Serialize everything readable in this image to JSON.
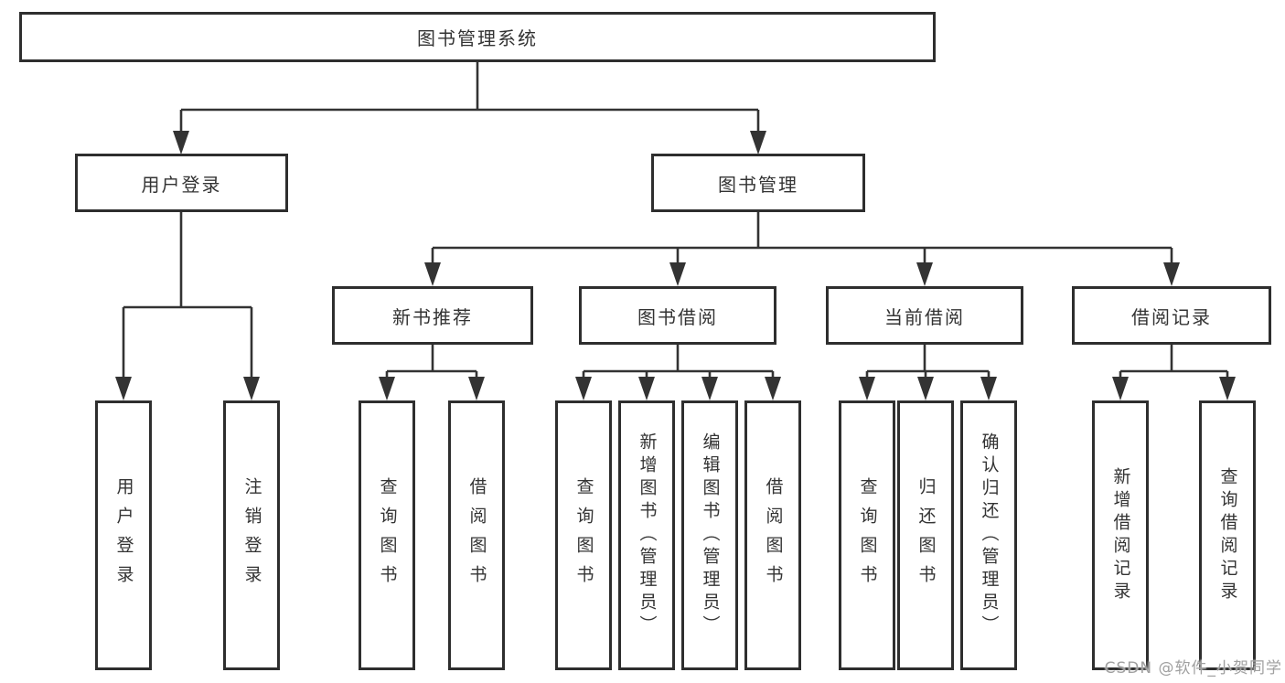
{
  "diagram": {
    "root": {
      "label": "图书管理系统"
    },
    "branches": [
      {
        "label": "用户登录",
        "children": [
          {
            "label": "用户登录"
          },
          {
            "label": "注销登录"
          }
        ]
      },
      {
        "label": "图书管理",
        "children": [
          {
            "label": "新书推荐",
            "children": [
              {
                "label": "查询图书"
              },
              {
                "label": "借阅图书"
              }
            ]
          },
          {
            "label": "图书借阅",
            "children": [
              {
                "label": "查询图书"
              },
              {
                "label": "新增图书（管理员）"
              },
              {
                "label": "编辑图书（管理员）"
              },
              {
                "label": "借阅图书"
              }
            ]
          },
          {
            "label": "当前借阅",
            "children": [
              {
                "label": "查询图书"
              },
              {
                "label": "归还图书"
              },
              {
                "label": "确认归还（管理员）"
              }
            ]
          },
          {
            "label": "借阅记录",
            "children": [
              {
                "label": "新增借阅记录"
              },
              {
                "label": "查询借阅记录"
              }
            ]
          }
        ]
      }
    ]
  },
  "watermark": {
    "text": "CSDN @软件_小贺同学"
  },
  "colors": {
    "line": "#333333",
    "box_border": "#2e2e2e",
    "text": "#333333",
    "watermark": "#a0a0a0",
    "background": "#ffffff"
  }
}
